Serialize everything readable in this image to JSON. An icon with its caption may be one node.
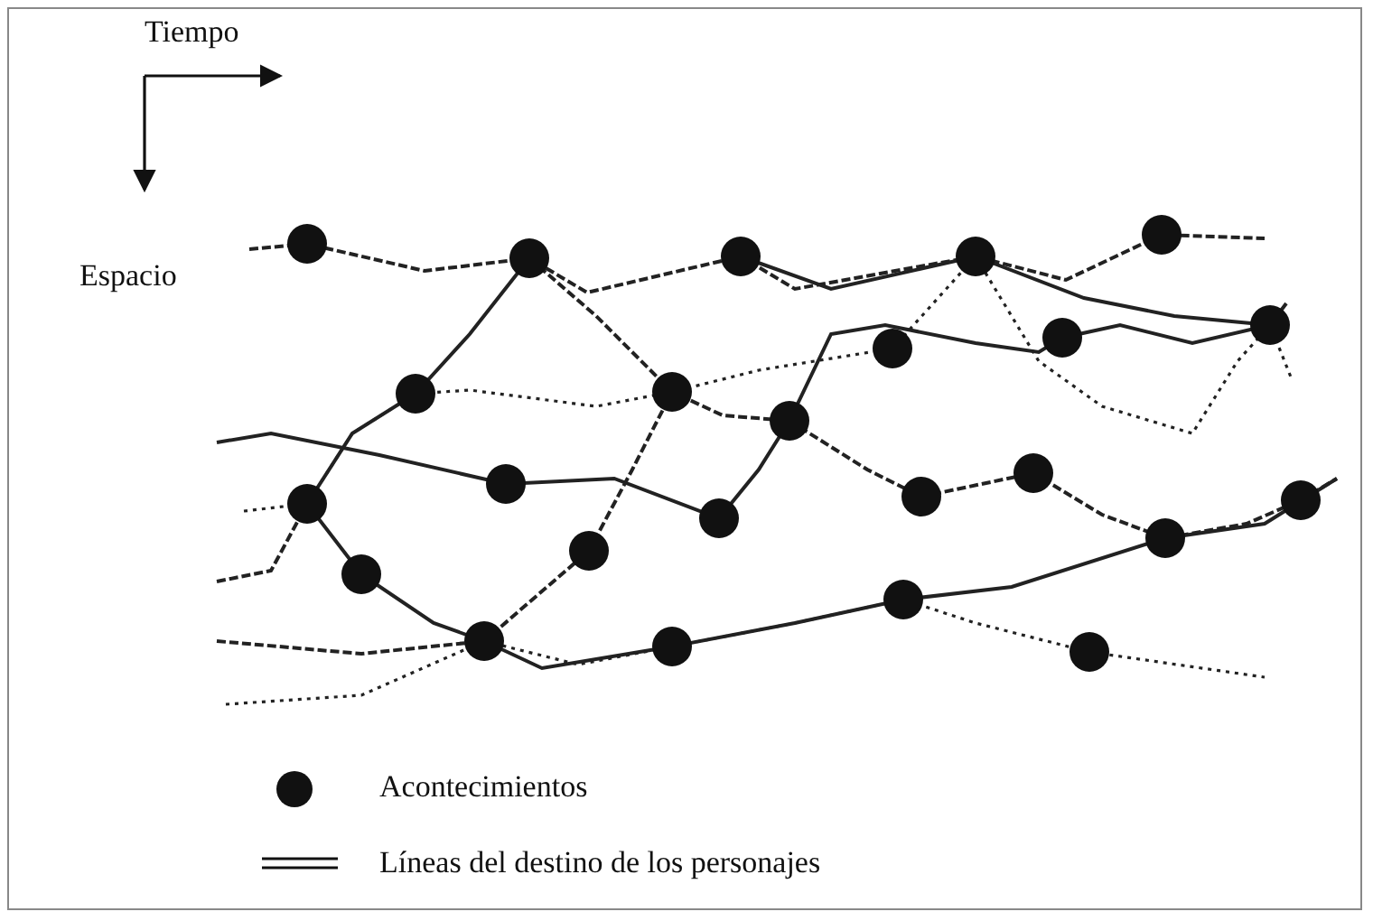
{
  "diagram": {
    "labels": [
      "Tiempo",
      "Espacio"
    ],
    "legend": [
      {
        "text": "Acontecimientos"
      },
      {
        "text": "Líneas del destino de los personajes"
      }
    ]
  }
}
